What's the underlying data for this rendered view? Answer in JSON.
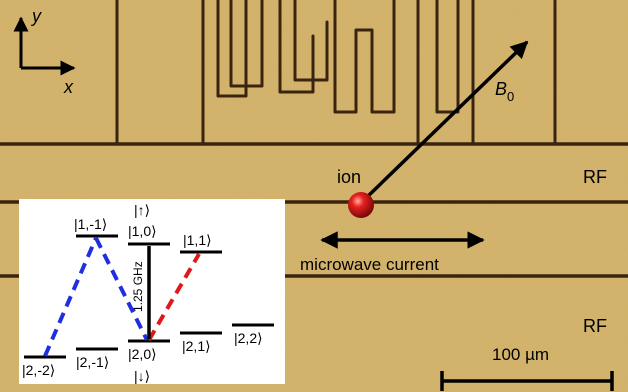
{
  "axes": {
    "y_label": "y",
    "x_label": "x"
  },
  "labels": {
    "b_field": "B",
    "b_field_subscript": "0",
    "ion": "ion",
    "rf_top": "RF",
    "rf_bottom": "RF",
    "microwave": "microwave current",
    "scale_bar": "100 µm"
  },
  "level_diagram": {
    "levels": {
      "l1m1": "|1,-1⟩",
      "l10": "|1,0⟩",
      "l10_alias": "|↑⟩",
      "l11": "|1,1⟩",
      "l2m2": "|2,-2⟩",
      "l2m1": "|2,-1⟩",
      "l20": "|2,0⟩",
      "l20_alias": "|↓⟩",
      "l21": "|2,1⟩",
      "l22": "|2,2⟩"
    },
    "transition_frequency": "1.25 GHz"
  },
  "colors": {
    "substrate": "#d4b36a",
    "electrode_gap": "#3a2410",
    "ion": "#d81414",
    "sigma_minus": "#1f2fe0",
    "sigma_plus": "#e01818",
    "pi": "#000000"
  }
}
